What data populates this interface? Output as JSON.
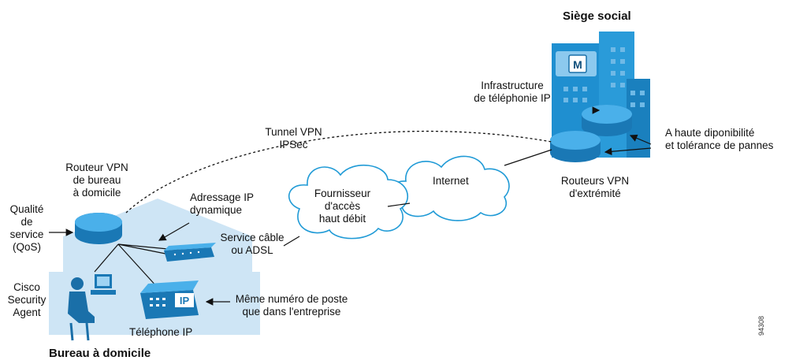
{
  "colors": {
    "router": "#1E88C8",
    "router_top": "#3FA9E6",
    "building": "#1F8FD0",
    "house": "#BFDDF1",
    "cloud_stroke": "#1F9AD6",
    "line": "#111111"
  },
  "titles": {
    "siege_social": "Siège social",
    "bureau_domicile": "Bureau à domicile"
  },
  "labels": {
    "infrastructure": [
      "Infrastructure",
      "de téléphonie IP"
    ],
    "tunnel": [
      "Tunnel VPN",
      "IPSec"
    ],
    "haute_dispo": [
      "A haute diponibilité",
      "et tolérance de pannes"
    ],
    "internet": "Internet",
    "routeurs_extremite": [
      "Routeurs VPN",
      "d'extrémité"
    ],
    "fournisseur": [
      "Fournisseur",
      "d'accès",
      "haut débit"
    ],
    "routeur_domicile": [
      "Routeur VPN",
      "de bureau",
      "à domicile"
    ],
    "adressage": [
      "Adressage IP",
      "dynamique"
    ],
    "qos": [
      "Qualité",
      "de",
      "service",
      "(QoS)"
    ],
    "service_cable": [
      "Service câble",
      "ou ADSL"
    ],
    "cisco_agent": [
      "Cisco",
      "Security",
      "Agent"
    ],
    "meme_numero": [
      "Même numéro de poste",
      "que dans l'entreprise"
    ],
    "telephone_ip": "Téléphone IP",
    "phone_badge": "IP",
    "server_badge": "M",
    "figure_number": "94308"
  },
  "icons": [
    "router-icon",
    "building-icon",
    "cloud-icon",
    "house-icon",
    "ip-phone-icon",
    "pc-icon",
    "worker-icon",
    "modem-icon",
    "call-manager-icon"
  ]
}
